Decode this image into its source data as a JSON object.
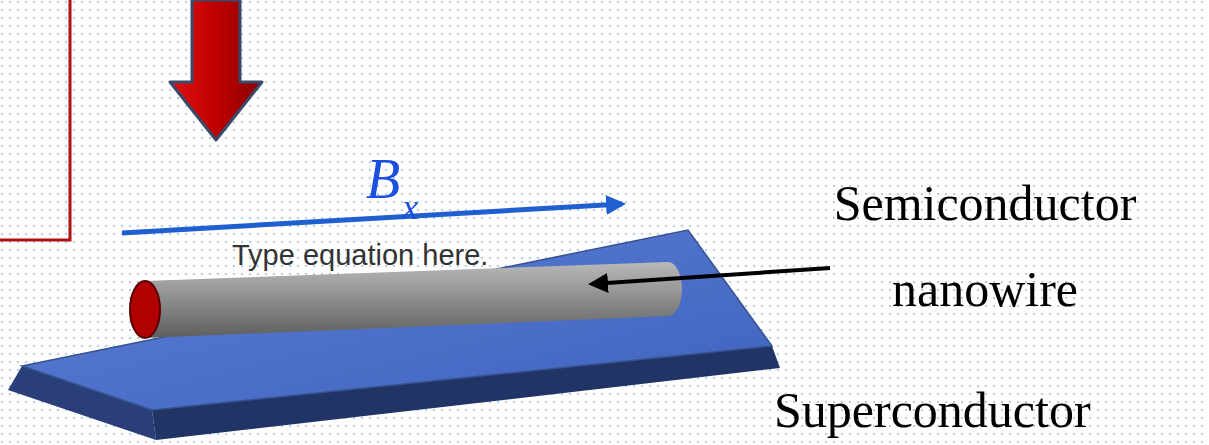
{
  "diagram": {
    "labels": [
      "B",
      "x",
      "Type equation here.",
      "Semiconductor nanowire",
      "Superconductor"
    ]
  }
}
